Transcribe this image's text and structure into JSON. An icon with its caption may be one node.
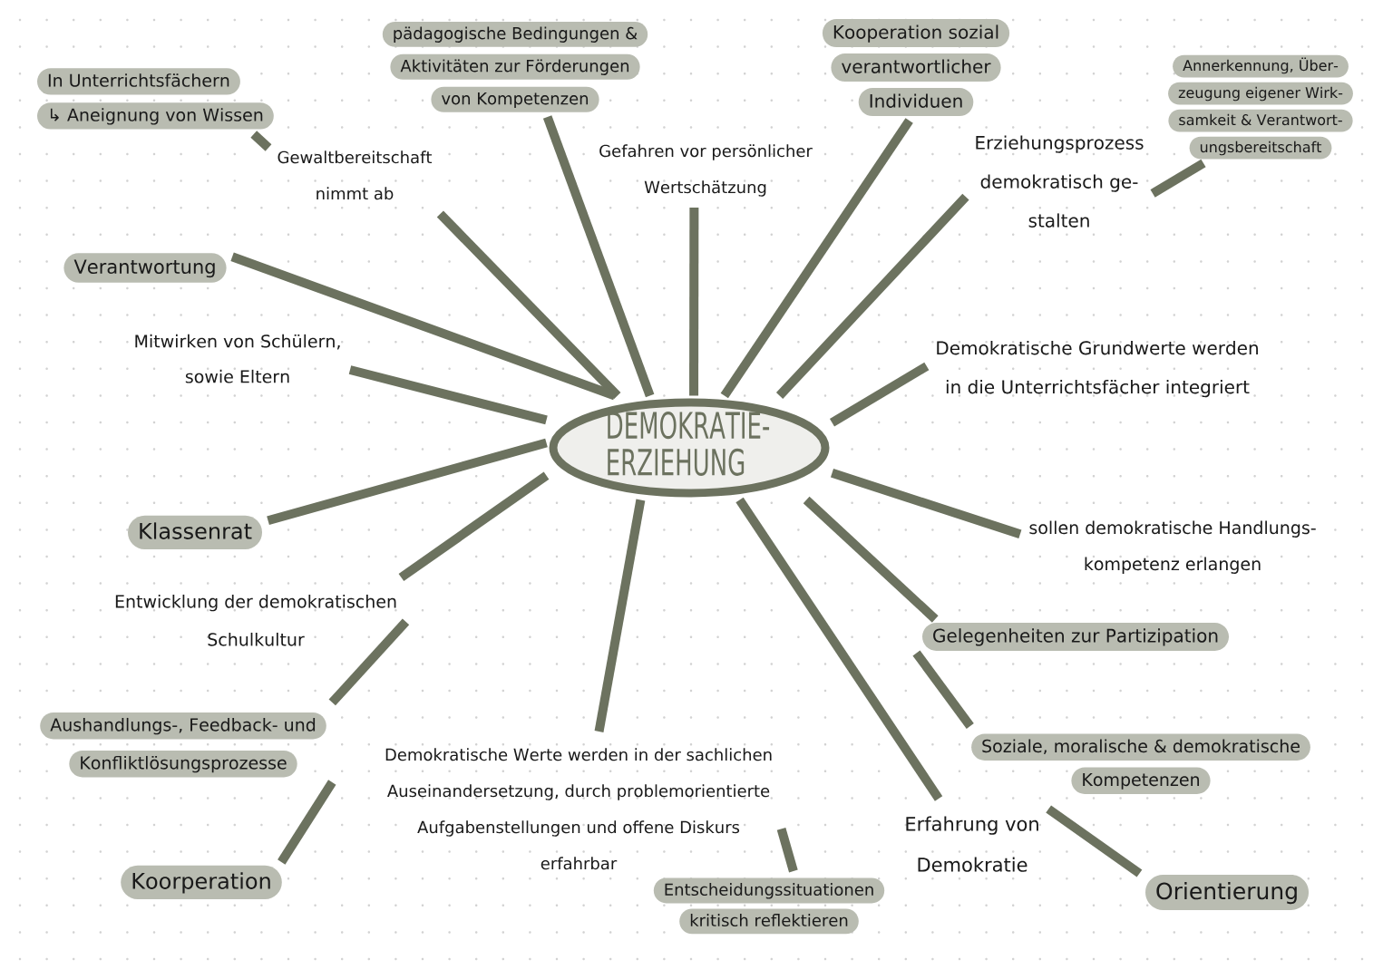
{
  "diagram": {
    "nodes": [
      {
        "text": [
          "DEMOKRATIE- ERZIEHUNG"
        ]
      },
      {
        "text": [
          "pädagogische Bedingungen & Aktivitäten zur Förderungen von Kompetenzen"
        ]
      },
      {
        "text": [
          "Kooperation sozial verantwortlicher Individuen"
        ]
      },
      {
        "text": [
          "Annerkennung, Über- zeugung eigener Wirk- samkeit & Verantwort- ungsbereitschaft"
        ]
      },
      {
        "text": [
          "In Unterrichtsfächern",
          "↳ Aneignung von Wissen"
        ]
      },
      {
        "text": [
          "Gewaltbereitschaft nimmt ab"
        ]
      },
      {
        "text": [
          "Gefahren vor persönlicher Wertschätzung"
        ]
      },
      {
        "text": [
          "Erziehungsprozess demokratisch ge- stalten"
        ]
      },
      {
        "text": [
          "Verantwortung"
        ]
      },
      {
        "text": [
          "Mitwirken von Schülern, sowie Eltern"
        ]
      },
      {
        "text": [
          "Demokratische Grundwerte werden in die Unterrichtsfächer integriert"
        ]
      },
      {
        "text": [
          "sollen demokratische Handlungs- kompetenz erlangen"
        ]
      },
      {
        "text": [
          "Klassenrat"
        ]
      },
      {
        "text": [
          "Entwicklung der demokratischen Schulkultur"
        ]
      },
      {
        "text": [
          "Gelegenheiten zur Partizipation"
        ]
      },
      {
        "text": [
          "Aushandlungs-, Feedback- und Konfliktlösungsprozesse"
        ]
      },
      {
        "text": [
          "Soziale, moralische & demokratische Kompetenzen"
        ]
      },
      {
        "text": [
          "Demokratische Werte werden in der sachlichen Auseinandersetzung, durch problemorientierte Aufgabenstellungen und offene Diskurs erfahrbar"
        ]
      },
      {
        "text": [
          "Erfahrung von Demokratie"
        ]
      },
      {
        "text": [
          "Koorperation"
        ]
      },
      {
        "text": [
          "Entscheidungssituationen kritisch reflektieren"
        ]
      },
      {
        "text": [
          "Orientierung"
        ]
      }
    ],
    "edges": [
      {
        "from": 0,
        "to": 1,
        "arrow": "none"
      },
      {
        "from": 0,
        "to": 2,
        "arrow": "none"
      },
      {
        "from": 7,
        "to": 3,
        "arrow": "none"
      },
      {
        "from": 5,
        "to": 4,
        "arrow": "none"
      },
      {
        "from": 0,
        "to": 5,
        "arrow": "none"
      },
      {
        "from": 0,
        "to": 6,
        "arrow": "none"
      },
      {
        "from": 0,
        "to": 7,
        "arrow": "none"
      },
      {
        "from": 0,
        "to": 8,
        "arrow": "none"
      },
      {
        "from": 0,
        "to": 9,
        "arrow": "none"
      },
      {
        "from": 0,
        "to": 10,
        "arrow": "none"
      },
      {
        "from": 0,
        "to": 11,
        "arrow": "none"
      },
      {
        "from": 0,
        "to": 12,
        "arrow": "none"
      },
      {
        "from": 0,
        "to": 13,
        "arrow": "none"
      },
      {
        "from": 0,
        "to": 14,
        "arrow": "none"
      },
      {
        "from": 13,
        "to": 15,
        "arrow": "none"
      },
      {
        "from": 14,
        "to": 16,
        "arrow": "none"
      },
      {
        "from": 0,
        "to": 17,
        "arrow": "none"
      },
      {
        "from": 0,
        "to": 18,
        "arrow": "none"
      },
      {
        "from": 15,
        "to": 19,
        "arrow": "none"
      },
      {
        "from": 17,
        "to": 20,
        "arrow": "none"
      },
      {
        "from": 18,
        "to": 21,
        "arrow": "none"
      }
    ]
  }
}
